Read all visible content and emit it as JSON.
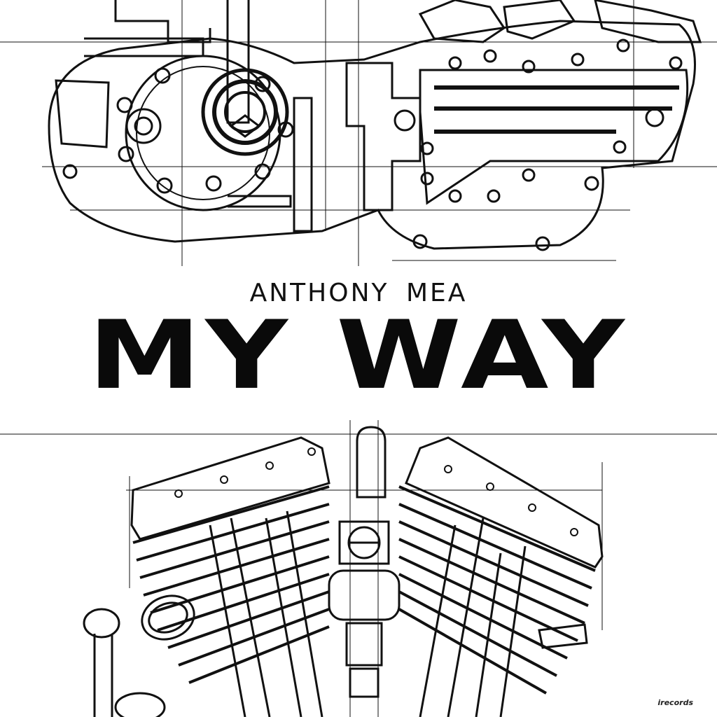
{
  "cover": {
    "artist": "ANTHONY MEA",
    "title": "MY WAY",
    "label": "irecords"
  },
  "colors": {
    "ink": "#0a0a0a",
    "paper": "#ffffff"
  },
  "illustrations": {
    "top": "engine-side-blueprint",
    "bottom": "v-twin-engine-blueprint"
  }
}
